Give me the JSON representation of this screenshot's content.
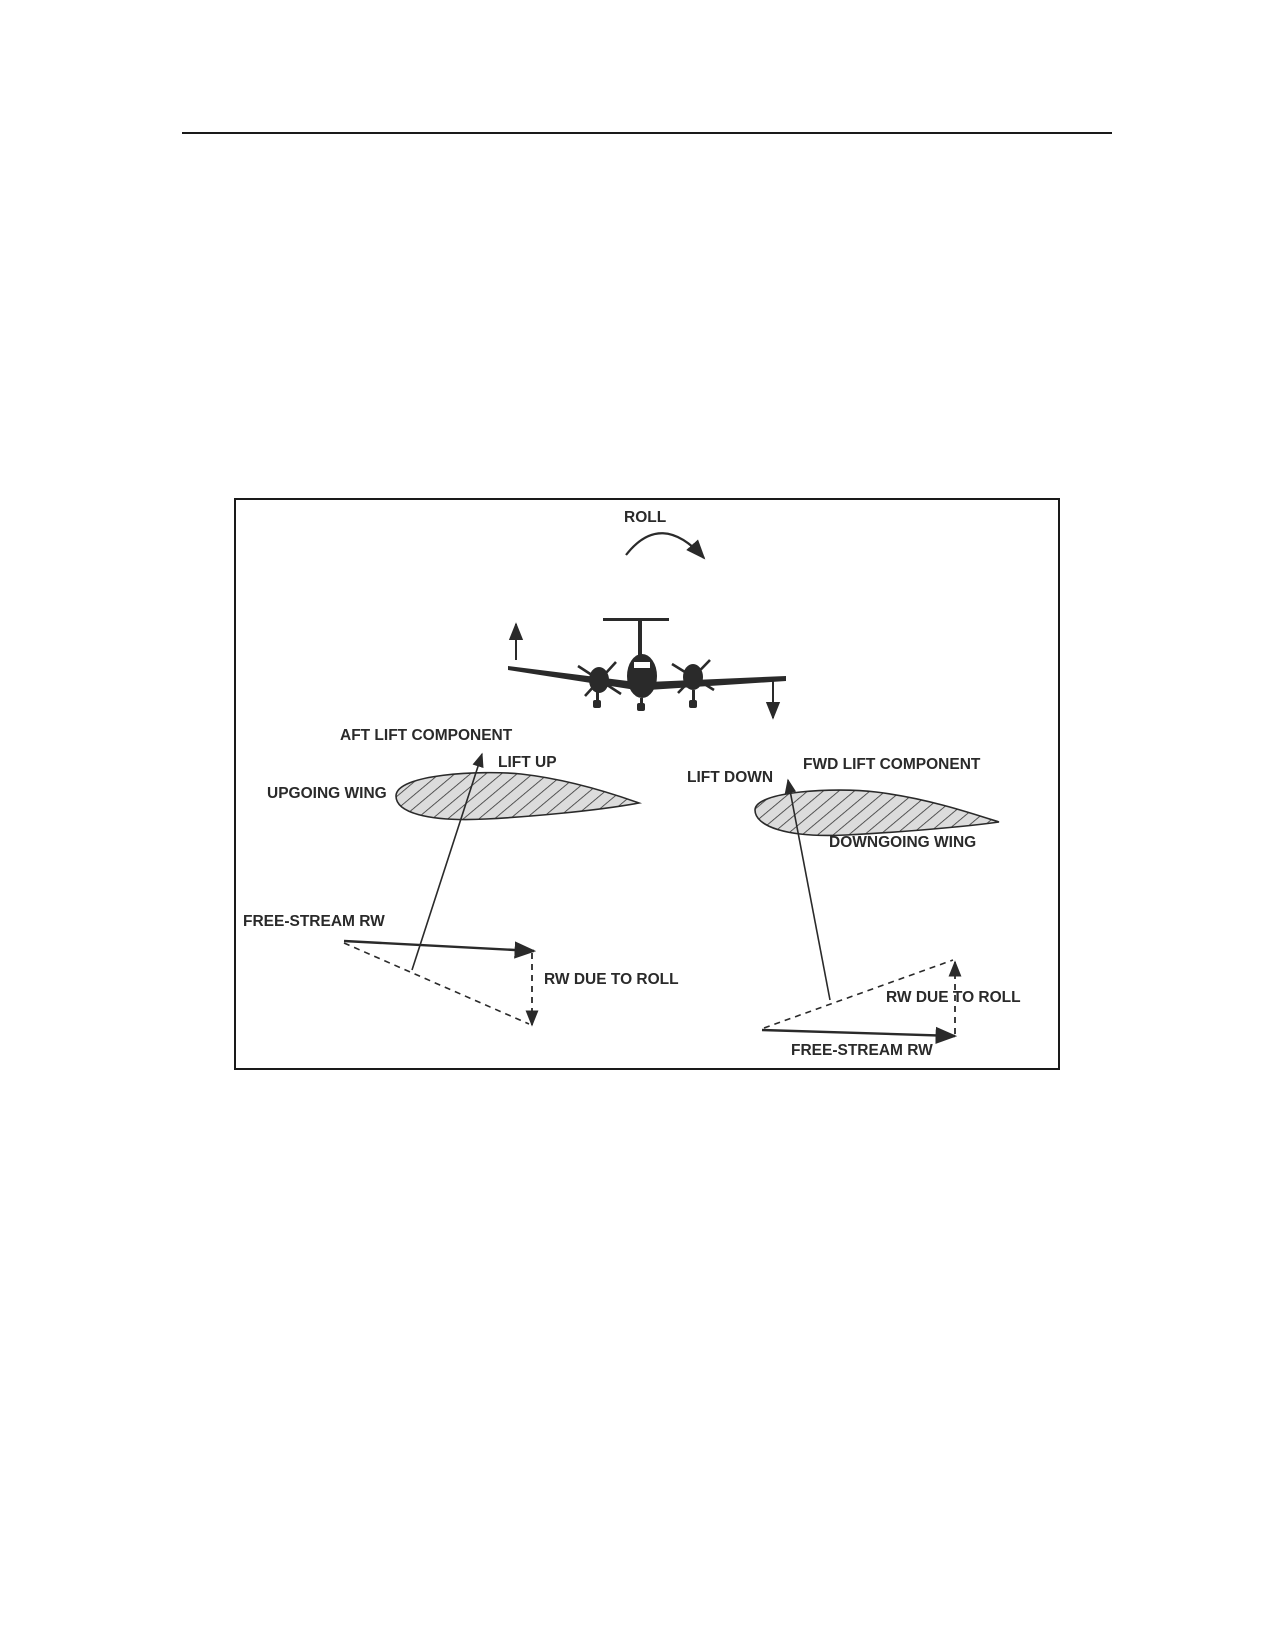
{
  "labels": {
    "roll": "ROLL",
    "aft_lift_component": "AFT LIFT COMPONENT",
    "lift_up": "LIFT  UP",
    "upgoing_wing": "UPGOING WING",
    "lift_down": "LIFT  DOWN",
    "fwd_lift_component": "FWD LIFT COMPONENT",
    "downgoing_wing": "DOWNGOING WING",
    "free_stream_rw_left": "FREE-STREAM RW",
    "rw_due_to_roll_left": "RW DUE TO ROLL",
    "rw_due_to_roll_right": "RW DUE TO ROLL",
    "free_stream_rw_right": "FREE-STREAM RW"
  },
  "colors": {
    "ink": "#2a2a2a",
    "border": "#1a1a1a"
  }
}
